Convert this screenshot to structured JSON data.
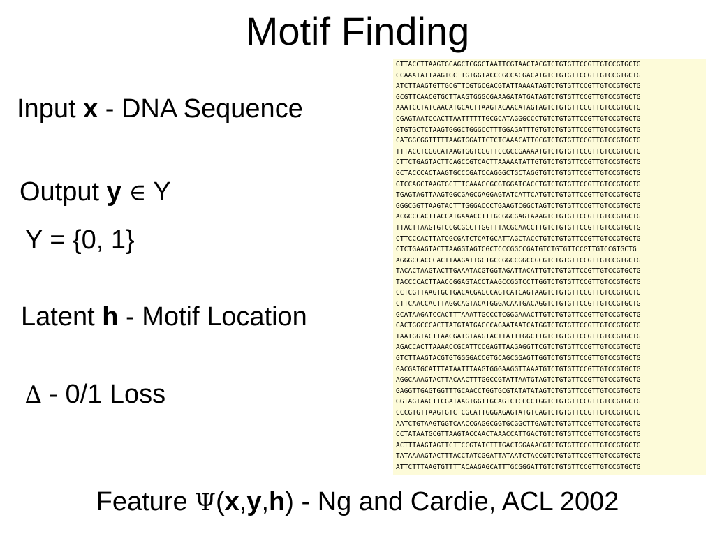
{
  "title": "Motif Finding",
  "input": {
    "prefix": "Input ",
    "var": "x",
    "suffix": " - DNA Sequence"
  },
  "output": {
    "prefix": "Output ",
    "var": "y",
    "symbol": "∈",
    "set": " Y"
  },
  "yset": "Y = {0, 1}",
  "latent": {
    "prefix": "Latent ",
    "var": "h",
    "suffix": " - Motif Location"
  },
  "loss": {
    "symbol": "∆",
    "text": " - 0/1 Loss"
  },
  "footer": {
    "prefix": "Feature ",
    "psi": "Ψ",
    "open": "(",
    "x": "x",
    "c1": ",",
    "y": "y",
    "c2": ",",
    "h": "h",
    "suffix": ") - Ng and Cardie, ACL 2002"
  },
  "sequences": [
    "GTTACCTTAAGTGGAGCTCGGCTAATTCGTAACTACGTCTGTGTTCCGTTGTCCGTGCTG",
    "CCAAATATTAAGTGCTTGTGGTACCCGCCACGACATGTCTGTGTTCCGTTGTCCGTGCTG",
    "ATCTTAAGTGTTGCGTTCGTGCGACGTATTAAAATAGTCTGTGTTCCGTTGTCCGTGCTG",
    "GCGTTCAACGTGCTTAAGTGGGCGAAAGATATGATAGTCTGTGTTCCGTTGTCCGTGCTG",
    "AAATCCTATCAACATGCACTTAAGTACAACATAGTAGTCTGTGTTCCGTTGTCCGTGCTG",
    "CGAGTAATCCACTTAATTTTTTGCGCATAGGGCCCTGTCTGTGTTCCGTTGTCCGTGCTG",
    "GTGTGCTCTAAGTGGGCTGGGCCTTTGGAGATTTGTGTCTGTGTTCCGTTGTCCGTGCTG",
    "CATGGCGGTTTTTAAGTGGATTCTCTCAAACATTGCGTCTGTGTTCCGTTGTCCGTGCTG",
    "TTTACCTCGGCATAAGTGGTCCGTTCCGCCGAAAATGTCTGTGTTCCGTTGTCCGTGCTG",
    "CTTCTGAGTACTTCAGCCGTCACTTAAAAATATTGTGTCTGTGTTCCGTTGTCCGTGCTG",
    "GCTACCCACTAAGTGCCCGATCCAGGGCTGCTAGGTGTCTGTGTTCCGTTGTCCGTGCTG",
    "GTCCAGCTAAGTGCTTTCAAACCGCGTGGATCACCTGTCTGTGTTCCGTTGTCCGTGCTG",
    "TGAGTAGTTAAGTGGCGAGCGAGGAGTATCATTCATGTCTGTGTTCCGTTGTCCGTGCTG",
    "GGGCGGTTAAGTACTTTGGGACCCTGAAGTCGGCTAGTCTGTGTTCCGTTGTCCGTGCTG",
    "ACGCCCACTTACCATGAAACCTTTGCGGCGAGTAAAGTCTGTGTTCCGTTGTCCGTGCTG",
    "TTACTTAAGTGTCCGCGCCTTGGTTTACGCAACCTTGTCTGTGTTCCGTTGTCCGTGCTG",
    "CTTCCCACTTATCGCGATCTCATGCATTAGCTACCTGTCTGTGTTCCGTTGTCCGTGCTG",
    "CTCTGAAGTACTTAAGGTAGTCGCTCCCGGCCGATGTCTGTGTTCCGTTGTCCGTGCTG",
    "AGGGCCACCCACTTAAGATTGCTGCCGGCCGGCCGCGTCTGTGTTCCGTTGTCCGTGCTG",
    "TACACTAAGTACTTGAAATACGTGGTAGATTACATTGTCTGTGTTCCGTTGTCCGTGCTG",
    "TACCCCACTTAACCGGAGTACCTAAGCCGGTCCTTGGTCTGTGTTCCGTTGTCCGTGCTG",
    "CCTCGTTAAGTGCTGACACGAGCCAGTCATCAGTAAGTCTGTGTTCCGTTGTCCGTGCTG",
    "CTTCAACCACTTAGGCAGTACATGGGACAATGACAGGTCTGTGTTCCGTTGTCCGTGCTG",
    "GCATAAGATCCACTTTAAATTGCCCTCGGGAAACTTGTCTGTGTTCCGTTGTCCGTGCTG",
    "GACTGGCCCACTTATGTATGACCCAGAATAATCATGGTCTGTGTTCCGTTGTCCGTGCTG",
    "TAATGGTACTTAACGATGTAAGTACTTATTTGGCTTGTCTGTGTTCCGTTGTCCGTGCTG",
    "AGACCACTTAAAACCGCATTCCGAGTTAAGAGGTTCGTCTGTGTTCCGTTGTCCGTGCTG",
    "GTCTTAAGTACGTGTGGGGACCGTGCAGCGGAGTTGGTCTGTGTTCCGTTGTCCGTGCTG",
    "GACGATGCATTTATAATTTAAGTGGGAAGGTTAAATGTCTGTGTTCCGTTGTCCGTGCTG",
    "AGGCAAAGTACTTACAACTTTGGCCGTATTAATGTAGTCTGTGTTCCGTTGTCCGTGCTG",
    "GAGGTTGAGTGGTTTGCAACCTGGTGCGTATATATAGTCTGTGTTCCGTTGTCCGTGCTG",
    "GGTAGTAACTTCGATAAGTGGTTGCAGTCTCCCCTGGTCTGTGTTCCGTTGTCCGTGCTG",
    "CCCGTGTTAAGTGTCTCGCATTGGGAGAGTATGTCAGTCTGTGTTCCGTTGTCCGTGCTG",
    "AATCTGTAAGTGGTCAACCGAGGCGGTGCGGCTTGAGTCTGTGTTCCGTTGTCCGTGCTG",
    "CCTATAATGCGTTAAGTACCAACTAAACCATTGACTGTCTGTGTTCCGTTGTCCGTGCTG",
    "ACTTTAAGTAGTTCTTCCGTATCTTTGACTGGAAACGTCTGTGTTCCGTTGTCCGTGCTG",
    "TATAAAAGTACTTTACCTATCGGATTATAATCTACCGTCTGTGTTCCGTTGTCCGTGCTG",
    "ATTCTTTAAGTGTTTTACAAGAGCATTTGCGGGATTGTCTGTGTTCCGTTGTCCGTGCTG"
  ]
}
